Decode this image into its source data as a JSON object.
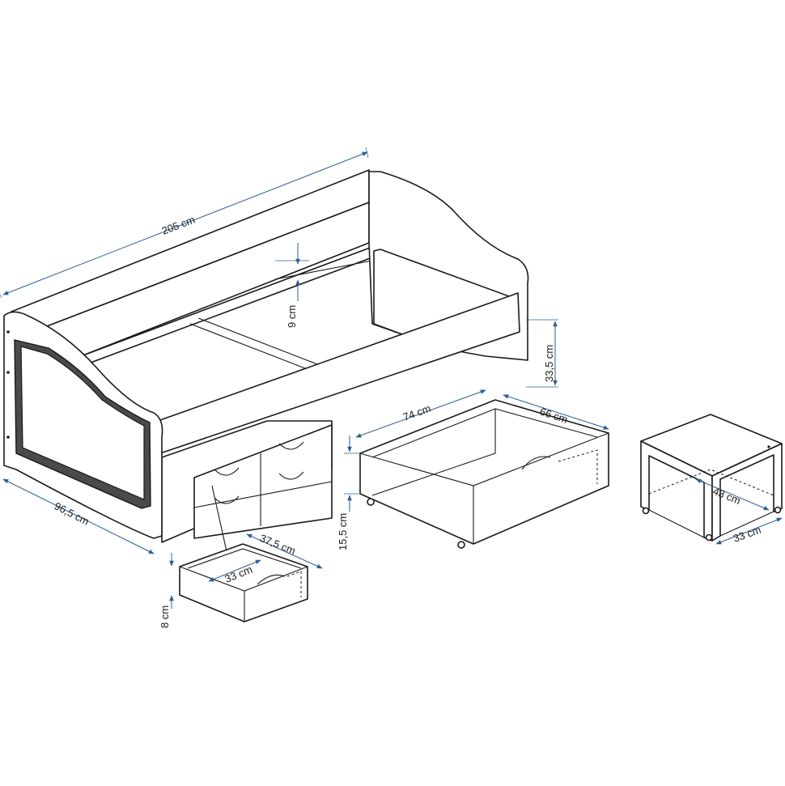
{
  "colors": {
    "dimension": "#2c5f93",
    "outline": "#1a1a1a",
    "panel": "#4a4a4a",
    "background": "#ffffff"
  },
  "dimensions": {
    "bed_length": "205 cm",
    "bed_depth": "96,5 cm",
    "mattress_recess": "9 cm",
    "side_height": "33,5 cm",
    "trundle_width": "74 cm",
    "trundle_depth": "66 cm",
    "trundle_height": "15,5 cm",
    "drawer_width": "37,5 cm",
    "drawer_depth": "33 cm",
    "drawer_height": "8 cm",
    "cube_depth": "43 cm",
    "cube_width": "33 cm"
  }
}
